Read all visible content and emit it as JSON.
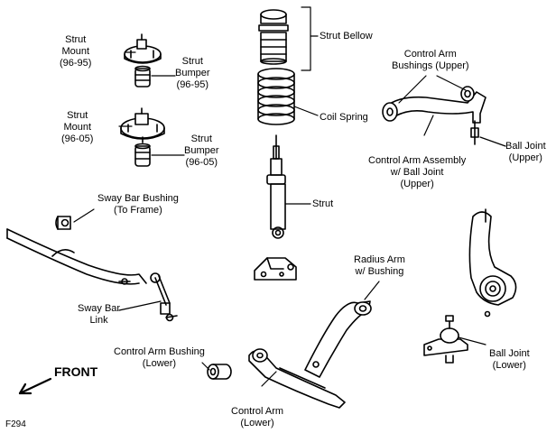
{
  "labels": {
    "strut_mount_1": "Strut\nMount\n(96-95)",
    "strut_bumper_1": "Strut\nBumper\n(96-95)",
    "strut_mount_2": "Strut\nMount\n(96-05)",
    "strut_bumper_2": "Strut\nBumper\n(96-05)",
    "strut_bellow": "Strut Bellow",
    "coil_spring": "Coil Spring",
    "strut": "Strut",
    "control_arm_bushings_upper": "Control Arm\nBushings (Upper)",
    "control_arm_assembly": "Control Arm Assembly\nw/ Ball Joint\n(Upper)",
    "ball_joint_upper": "Ball Joint\n(Upper)",
    "sway_bar_bushing": "Sway Bar Bushing\n(To Frame)",
    "sway_bar_link": "Sway Bar\nLink",
    "radius_arm": "Radius Arm\nw/ Bushing",
    "control_arm_bushing_lower": "Control Arm Bushing\n(Lower)",
    "control_arm_lower": "Control Arm\n(Lower)",
    "ball_joint_lower": "Ball Joint\n(Lower)",
    "front": "FRONT",
    "figure_code": "F294"
  }
}
